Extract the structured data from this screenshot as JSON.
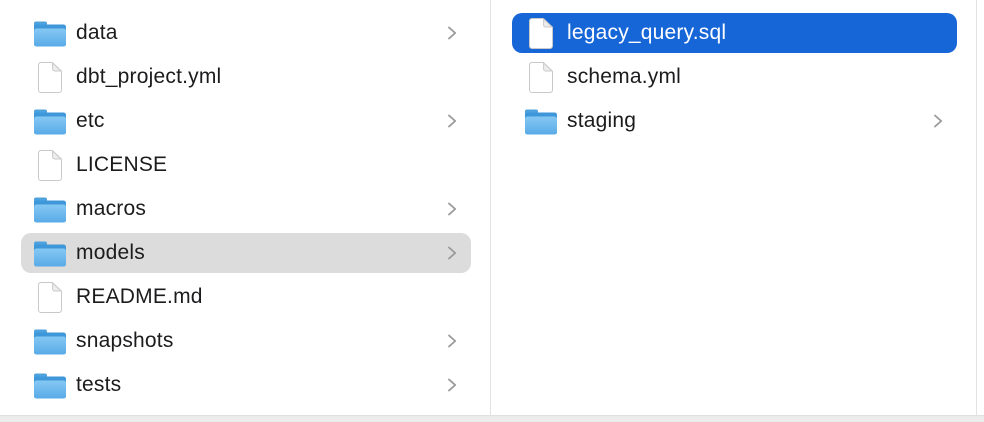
{
  "window": {
    "kind": "file-browser-column-view"
  },
  "colors": {
    "selection_active": "#1666D8",
    "selection_inactive": "#DCDCDC",
    "text": "#1C1C1E",
    "text_selected": "#FFFFFF",
    "divider": "#E3E3E3",
    "chevron": "#999999",
    "folder_back": "#3E97D9",
    "folder_tab": "#4DA2DE",
    "folder_front_top": "#85C8F3",
    "folder_front_bottom": "#58ABE7",
    "bottom_bar": "#ECECEC"
  },
  "columns": [
    {
      "id": "left",
      "items": [
        {
          "label": "data",
          "icon": "folder",
          "has_children": true,
          "selected": "none"
        },
        {
          "label": "dbt_project.yml",
          "icon": "file",
          "has_children": false,
          "selected": "none"
        },
        {
          "label": "etc",
          "icon": "folder",
          "has_children": true,
          "selected": "none"
        },
        {
          "label": "LICENSE",
          "icon": "file",
          "has_children": false,
          "selected": "none"
        },
        {
          "label": "macros",
          "icon": "folder",
          "has_children": true,
          "selected": "none"
        },
        {
          "label": "models",
          "icon": "folder",
          "has_children": true,
          "selected": "inactive"
        },
        {
          "label": "README.md",
          "icon": "file",
          "has_children": false,
          "selected": "none"
        },
        {
          "label": "snapshots",
          "icon": "folder",
          "has_children": true,
          "selected": "none"
        },
        {
          "label": "tests",
          "icon": "folder",
          "has_children": true,
          "selected": "none"
        }
      ]
    },
    {
      "id": "right",
      "items": [
        {
          "label": "legacy_query.sql",
          "icon": "file",
          "has_children": false,
          "selected": "active"
        },
        {
          "label": "schema.yml",
          "icon": "file",
          "has_children": false,
          "selected": "none"
        },
        {
          "label": "staging",
          "icon": "folder",
          "has_children": true,
          "selected": "none"
        }
      ]
    }
  ]
}
